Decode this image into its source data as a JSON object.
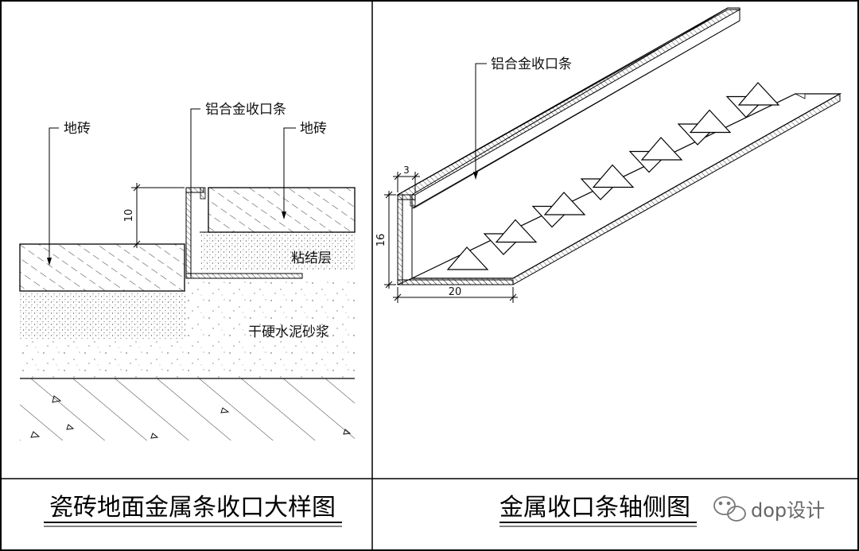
{
  "left": {
    "labels": {
      "tile_left": "地砖",
      "strip": "铝合金收口条",
      "tile_right": "地砖",
      "adhesive": "粘结层",
      "mortar": "干硬水泥砂浆"
    },
    "dimension": "10",
    "title": "瓷砖地面金属条收口大样图"
  },
  "right": {
    "label": "铝合金收口条",
    "dim_thickness": "3",
    "dim_height": "16",
    "dim_width": "20",
    "title": "金属收口条轴侧图"
  },
  "watermark": {
    "text": "dop设计",
    "icon": "wechat-icon"
  }
}
